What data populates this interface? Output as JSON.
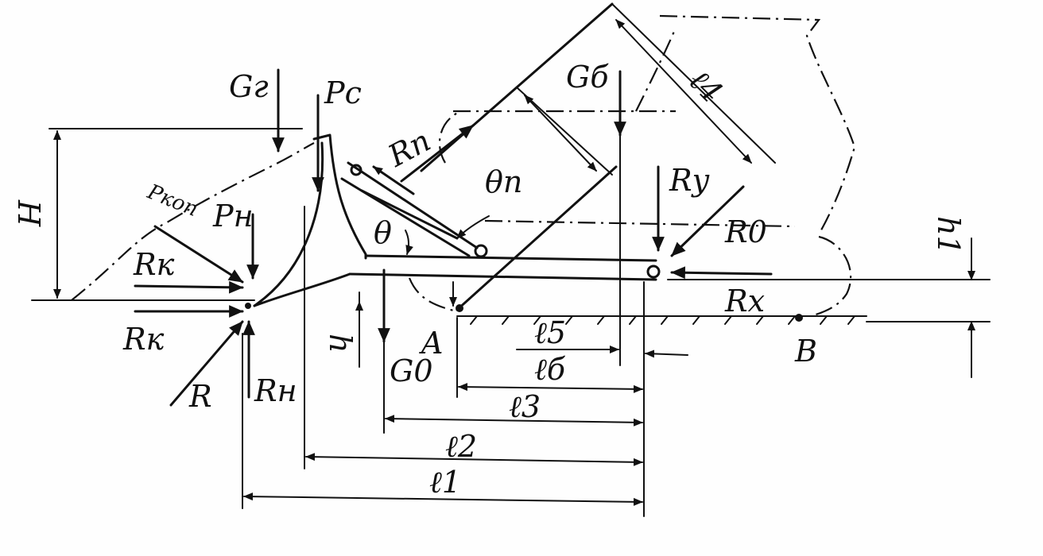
{
  "labels": {
    "G_g": "Gг",
    "P_c": "Pc",
    "G_b": "Gб",
    "l4": "ℓ4",
    "R_p": "Rп",
    "theta_p": "θп",
    "R_y": "Rу",
    "R_0": "R0",
    "H": "H",
    "P_kop": "Pкоп",
    "P_n": "Pн",
    "R_k_top": "Rк",
    "theta": "θ",
    "h1": "h1",
    "R_x": "Rх",
    "R_k": "Rк",
    "h": "h",
    "A": "A",
    "G_0": "G0",
    "l5": "ℓ5",
    "B": "B",
    "R": "R",
    "R_n": "Rн",
    "l6": "ℓб",
    "l3": "ℓ3",
    "l2": "ℓ2",
    "l1": "ℓ1"
  },
  "colors": {
    "ink": "#111111",
    "paper": "#fefefe"
  }
}
